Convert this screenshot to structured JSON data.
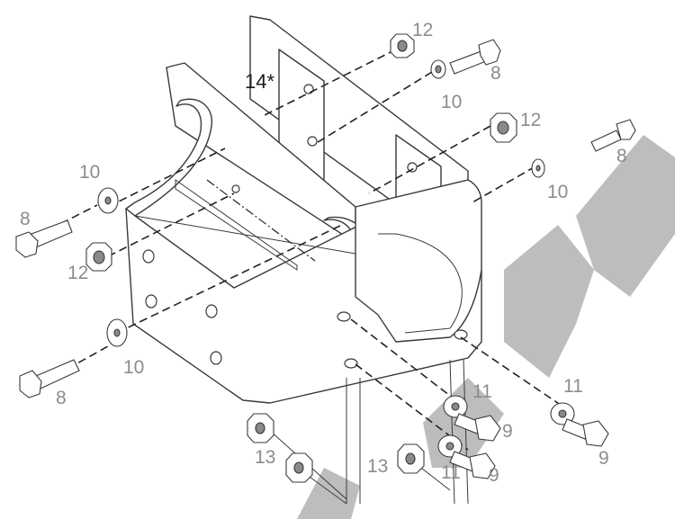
{
  "callouts": {
    "c12_top": "12",
    "c8_top": "8",
    "c10_top": "10",
    "c14": "14*",
    "c12_mid": "12",
    "c8_right": "8",
    "c10_right": "10",
    "c10_left": "10",
    "c8_left": "8",
    "c12_left": "12",
    "c10_lower": "10",
    "c8_lower": "8",
    "c11_a": "11",
    "c9_a": "9",
    "c11_b": "11",
    "c9_b": "9",
    "c11_c": "11",
    "c9_c": "9",
    "c13_a": "13",
    "c13_b": "13"
  },
  "colors": {
    "callout_grey": "#8c8c8c",
    "callout_dark": "#1a1a1a",
    "line": "#3a3a3a",
    "watermark": "#bdbdbd"
  }
}
